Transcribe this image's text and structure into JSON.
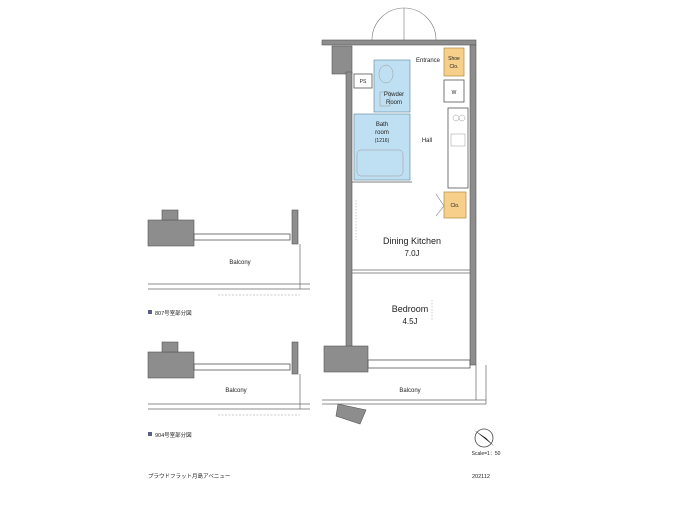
{
  "rooms": {
    "entrance": "Entrance",
    "shoe_closet_line1": "Shoe",
    "shoe_closet_line2": "Clo.",
    "ps": "PS",
    "powder_line1": "Powder",
    "powder_line2": "Room",
    "bath_line1": "Bath",
    "bath_line2": "room",
    "bath_size": "(1216)",
    "hall": "Hall",
    "washer": "W",
    "closet": "Clo.",
    "dining_kitchen": "Dining Kitchen",
    "dining_kitchen_size": "7.0J",
    "bedroom": "Bedroom",
    "bedroom_size": "4.5J",
    "balcony": "Balcony"
  },
  "variants": [
    {
      "caption": "807号室部分図",
      "balcony": "Balcony"
    },
    {
      "caption": "904号室部分図",
      "balcony": "Balcony"
    }
  ],
  "footer": {
    "building": "プラウドフラット月島アベニュー",
    "date": "202112",
    "scale": "Scale=1：50"
  },
  "colors": {
    "wet_area": "#bfe0f2",
    "storage": "#f6d08a",
    "wall": "#8d8d8d"
  }
}
